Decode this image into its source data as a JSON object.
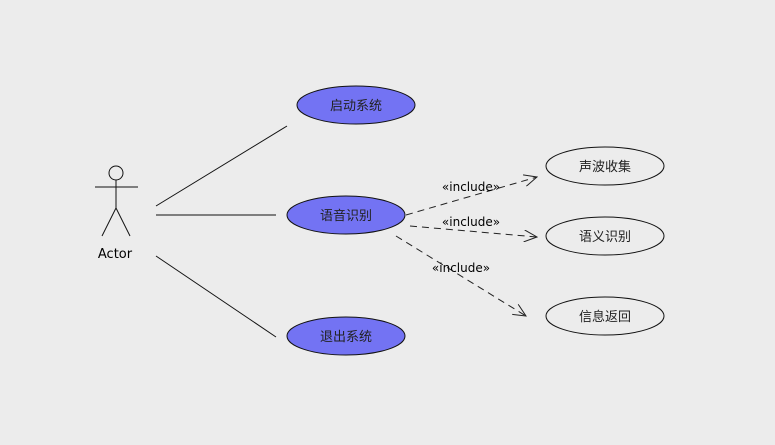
{
  "actor": {
    "label": "Actor"
  },
  "use_cases": {
    "start_system": "启动系统",
    "speech_recognition": "语音识别",
    "exit_system": "退出系统",
    "sound_collection": "声波收集",
    "semantic_recognition": "语义识别",
    "info_return": "信息返回"
  },
  "relations": {
    "include1": "«include»",
    "include2": "«include»",
    "include3": "«include»"
  },
  "colors": {
    "primary_use_case": "#7373f3",
    "background": "#ececec"
  }
}
